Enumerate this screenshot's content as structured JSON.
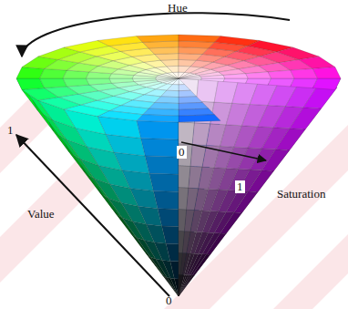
{
  "diagram": {
    "labels": [
      "Hue",
      "1",
      "Value",
      "0",
      "0",
      "1",
      "Saturation"
    ]
  }
}
